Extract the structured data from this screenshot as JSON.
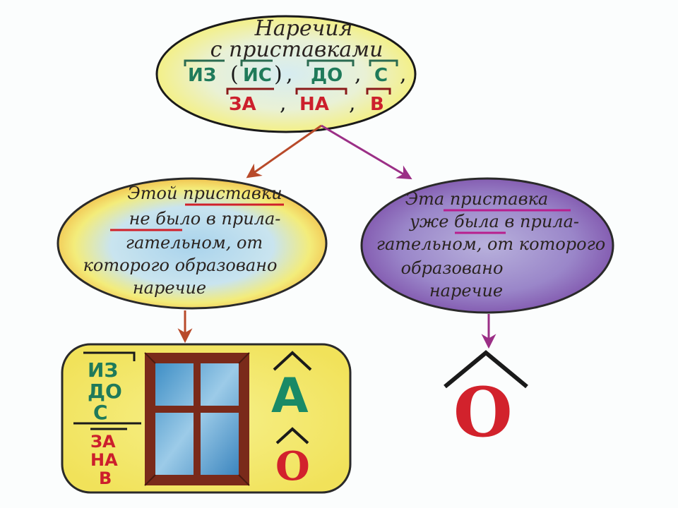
{
  "top": {
    "title_line1": "Наречия",
    "title_line2": "с приставками",
    "prefixes_row1": [
      "ИЗ",
      "ИС",
      "ДО",
      "С"
    ],
    "prefixes_row2": [
      "ЗА",
      "НА",
      "В"
    ],
    "paren_open": "(",
    "paren_close": ")",
    "comma": ","
  },
  "left": {
    "line1": "Этой приставки",
    "line2": "не было в прила-",
    "line3": "гательном, от",
    "line4": "которого образовано",
    "line5": "наречие"
  },
  "right": {
    "line1": "Эта приставка",
    "line2": "уже была в прила-",
    "line3": "гательном, от которого",
    "line4": "образовано",
    "line5": "наречие"
  },
  "bottom": {
    "green_column": [
      "ИЗ",
      "ДО",
      "С"
    ],
    "red_column": [
      "ЗА",
      "НА",
      "В"
    ],
    "vowel_a": "А",
    "vowel_o": "О"
  },
  "right_result": {
    "vowel": "О"
  },
  "colors": {
    "green_prefix": "#1f7a5a",
    "red_prefix": "#cc1f2c",
    "purple_arrow": "#9b2f86",
    "red_arrow": "#b84a2a"
  }
}
